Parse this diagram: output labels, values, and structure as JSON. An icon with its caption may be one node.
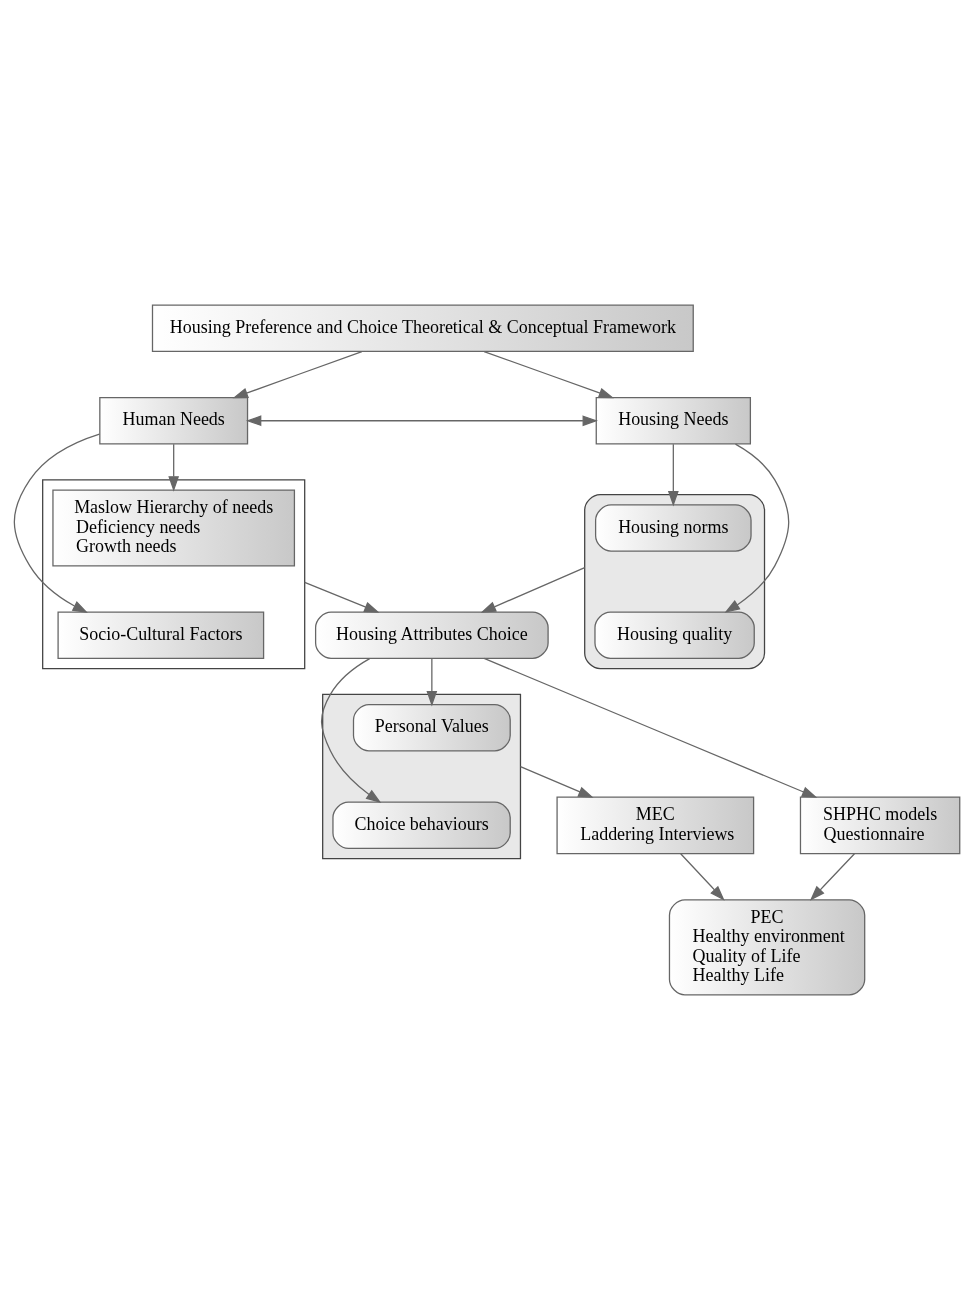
{
  "diagram": {
    "nodes": [
      {
        "text": [
          "Housing Preference and Choice Theoretical & Conceptual Framework"
        ]
      },
      {
        "text": [
          "Human Needs"
        ]
      },
      {
        "text": [
          "Housing Needs"
        ]
      },
      {
        "text": [],
        "shape": "box"
      },
      {
        "text": [
          "Maslow Hierarchy of needs",
          "Deficiency needs",
          "Growth needs"
        ],
        "in": 3
      },
      {
        "text": [
          "Socio-Cultural Factors"
        ],
        "in": 3
      },
      {
        "text": [],
        "shape": "box"
      },
      {
        "text": [
          "Housing norms"
        ],
        "in": 6
      },
      {
        "text": [
          "Housing quality"
        ],
        "in": 6
      },
      {
        "text": [
          "Housing Attributes Choice"
        ]
      },
      {
        "text": [],
        "shape": "box"
      },
      {
        "text": [
          "Personal Values"
        ],
        "in": 10
      },
      {
        "text": [
          "Choice behaviours"
        ],
        "in": 10
      },
      {
        "text": [
          "MEC",
          "Laddering Interviews"
        ]
      },
      {
        "text": [
          "SHPHC models",
          "Questionnaire"
        ]
      },
      {
        "text": [
          "PEC",
          "Healthy environment",
          "Quality of Life",
          "Healthy Life"
        ]
      }
    ],
    "edges": [
      {
        "from": 0,
        "to": 1,
        "arrow": "to"
      },
      {
        "from": 0,
        "to": 2,
        "arrow": "to"
      },
      {
        "from": 1,
        "to": 2,
        "arrow": "both"
      },
      {
        "from": 1,
        "to": 4,
        "arrow": "to"
      },
      {
        "from": 1,
        "to": 5,
        "arrow": "to"
      },
      {
        "from": 2,
        "to": 7,
        "arrow": "to"
      },
      {
        "from": 2,
        "to": 8,
        "arrow": "to"
      },
      {
        "from": 3,
        "to": 9,
        "arrow": "to"
      },
      {
        "from": 6,
        "to": 9,
        "arrow": "to"
      },
      {
        "from": 9,
        "to": 11,
        "arrow": "to"
      },
      {
        "from": 9,
        "to": 12,
        "arrow": "to"
      },
      {
        "from": 9,
        "to": 14,
        "arrow": "to"
      },
      {
        "from": 10,
        "to": 13,
        "arrow": "to"
      },
      {
        "from": 13,
        "to": 15,
        "arrow": "to"
      },
      {
        "from": 14,
        "to": 15,
        "arrow": "to"
      }
    ]
  }
}
